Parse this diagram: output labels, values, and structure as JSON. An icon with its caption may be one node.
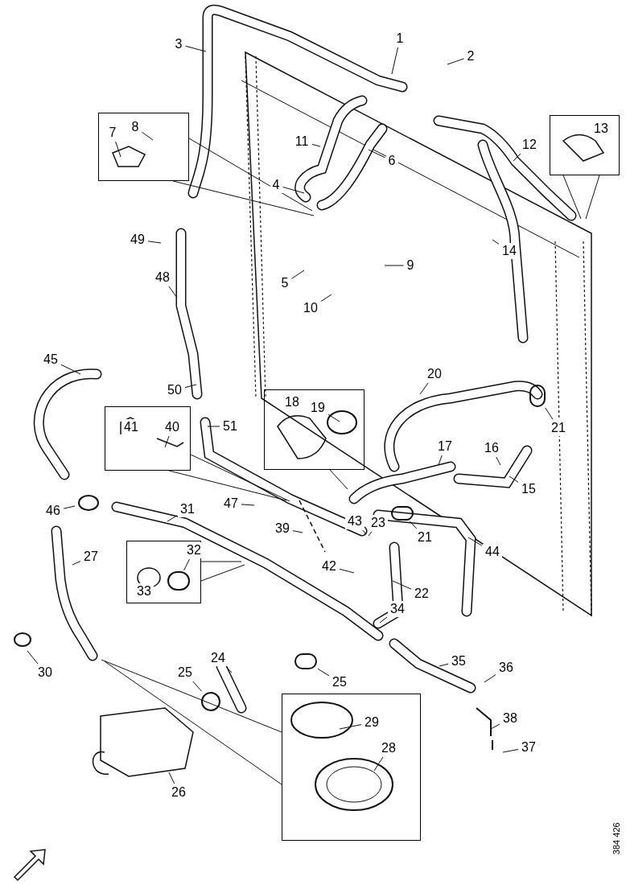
{
  "diagram": {
    "nodes": [
      {
        "text": [
          "3"
        ]
      },
      {
        "text": [
          "1"
        ]
      },
      {
        "text": [
          "2"
        ]
      },
      {
        "text": [],
        "shape": "box"
      },
      {
        "text": [
          "7"
        ],
        "in": 3
      },
      {
        "text": [
          "8"
        ],
        "in": 3
      },
      {
        "text": [
          "11"
        ]
      },
      {
        "text": [
          "6"
        ]
      },
      {
        "text": [
          "12"
        ]
      },
      {
        "text": [],
        "shape": "box"
      },
      {
        "text": [
          "13"
        ],
        "in": 9
      },
      {
        "text": [
          "4"
        ]
      },
      {
        "text": [
          "49"
        ]
      },
      {
        "text": [
          "14"
        ]
      },
      {
        "text": [
          "9"
        ]
      },
      {
        "text": [
          "5"
        ]
      },
      {
        "text": [
          "48"
        ]
      },
      {
        "text": [
          "10"
        ]
      },
      {
        "text": [
          "45"
        ]
      },
      {
        "text": [
          "20"
        ]
      },
      {
        "text": [
          "50"
        ]
      },
      {
        "text": [
          "21"
        ]
      },
      {
        "text": [],
        "shape": "box"
      },
      {
        "text": [
          "18"
        ],
        "in": 22
      },
      {
        "text": [
          "19"
        ],
        "in": 22
      },
      {
        "text": [],
        "shape": "box"
      },
      {
        "text": [
          "41"
        ],
        "in": 25
      },
      {
        "text": [
          "40"
        ],
        "in": 25
      },
      {
        "text": [
          "51"
        ]
      },
      {
        "text": [
          "17"
        ]
      },
      {
        "text": [
          "16"
        ]
      },
      {
        "text": [
          "15"
        ]
      },
      {
        "text": [
          "47"
        ]
      },
      {
        "text": [
          "31"
        ]
      },
      {
        "text": [
          "46"
        ]
      },
      {
        "text": [
          "39"
        ]
      },
      {
        "text": [
          "43"
        ]
      },
      {
        "text": [
          "23"
        ]
      },
      {
        "text": [
          "21"
        ]
      },
      {
        "text": [
          "27"
        ]
      },
      {
        "text": [
          "44"
        ]
      },
      {
        "text": [],
        "shape": "box"
      },
      {
        "text": [
          "32"
        ],
        "in": 41
      },
      {
        "text": [
          "33"
        ],
        "in": 41
      },
      {
        "text": [
          "42"
        ]
      },
      {
        "text": [
          "22"
        ]
      },
      {
        "text": [
          "34"
        ]
      },
      {
        "text": [
          "24"
        ]
      },
      {
        "text": [
          "30"
        ]
      },
      {
        "text": [
          "25"
        ]
      },
      {
        "text": [
          "25"
        ]
      },
      {
        "text": [
          "35"
        ]
      },
      {
        "text": [
          "36"
        ]
      },
      {
        "text": [
          "38"
        ]
      },
      {
        "text": [],
        "shape": "box"
      },
      {
        "text": [
          "29"
        ],
        "in": 54
      },
      {
        "text": [
          "28"
        ],
        "in": 54
      },
      {
        "text": [
          "37"
        ]
      },
      {
        "text": [
          "26"
        ]
      },
      {
        "text": [],
        "shape": "circle"
      },
      {
        "text": [],
        "shape": "circle"
      },
      {
        "text": [],
        "shape": "circle",
        "in": 41
      },
      {
        "text": [],
        "shape": "circle"
      },
      {
        "text": [],
        "shape": "circle"
      }
    ],
    "edges": [
      {
        "from": 0,
        "to": null,
        "arrow": "none"
      },
      {
        "from": 1,
        "to": null,
        "arrow": "none"
      },
      {
        "from": 2,
        "to": null,
        "arrow": "none"
      },
      {
        "from": 3,
        "to": null,
        "arrow": "none"
      },
      {
        "from": 3,
        "to": null,
        "arrow": "none"
      },
      {
        "from": 4,
        "to": null,
        "arrow": "none"
      },
      {
        "from": 5,
        "to": null,
        "arrow": "none"
      },
      {
        "from": 6,
        "to": null,
        "arrow": "none"
      },
      {
        "from": 7,
        "to": null,
        "arrow": "none"
      },
      {
        "from": 8,
        "to": null,
        "arrow": "none"
      },
      {
        "from": 9,
        "to": null,
        "arrow": "none"
      },
      {
        "from": 9,
        "to": null,
        "arrow": "none"
      },
      {
        "from": 11,
        "to": null,
        "arrow": "none"
      },
      {
        "from": 12,
        "to": null,
        "arrow": "none"
      },
      {
        "from": 13,
        "to": null,
        "arrow": "none"
      },
      {
        "from": 14,
        "to": null,
        "arrow": "none"
      },
      {
        "from": 15,
        "to": null,
        "arrow": "none"
      },
      {
        "from": 16,
        "to": null,
        "arrow": "none"
      },
      {
        "from": 17,
        "to": null,
        "arrow": "none"
      },
      {
        "from": 18,
        "to": null,
        "arrow": "none"
      },
      {
        "from": 19,
        "to": null,
        "arrow": "none"
      },
      {
        "from": 20,
        "to": null,
        "arrow": "none"
      },
      {
        "from": 21,
        "to": 59,
        "arrow": "none"
      },
      {
        "from": 22,
        "to": null,
        "arrow": "none"
      },
      {
        "from": 24,
        "to": null,
        "arrow": "none"
      },
      {
        "from": 25,
        "to": null,
        "arrow": "none"
      },
      {
        "from": 25,
        "to": null,
        "arrow": "none"
      },
      {
        "from": 27,
        "to": null,
        "arrow": "none"
      },
      {
        "from": 28,
        "to": null,
        "arrow": "none"
      },
      {
        "from": 29,
        "to": null,
        "arrow": "none"
      },
      {
        "from": 30,
        "to": null,
        "arrow": "none"
      },
      {
        "from": 31,
        "to": null,
        "arrow": "none"
      },
      {
        "from": 32,
        "to": null,
        "arrow": "none"
      },
      {
        "from": 33,
        "to": null,
        "arrow": "none"
      },
      {
        "from": 34,
        "to": null,
        "arrow": "none"
      },
      {
        "from": 35,
        "to": null,
        "arrow": "none"
      },
      {
        "from": 36,
        "to": null,
        "arrow": "none"
      },
      {
        "from": 37,
        "to": null,
        "arrow": "none"
      },
      {
        "from": 38,
        "to": 60,
        "arrow": "none"
      },
      {
        "from": 39,
        "to": null,
        "arrow": "none"
      },
      {
        "from": 40,
        "to": null,
        "arrow": "none"
      },
      {
        "from": 41,
        "to": null,
        "arrow": "none"
      },
      {
        "from": 41,
        "to": null,
        "arrow": "none"
      },
      {
        "from": 42,
        "to": 61,
        "arrow": "none"
      },
      {
        "from": 44,
        "to": null,
        "arrow": "none"
      },
      {
        "from": 45,
        "to": null,
        "arrow": "none"
      },
      {
        "from": 46,
        "to": null,
        "arrow": "none"
      },
      {
        "from": 47,
        "to": null,
        "arrow": "none"
      },
      {
        "from": 48,
        "to": null,
        "arrow": "none"
      },
      {
        "from": 49,
        "to": 62,
        "arrow": "none"
      },
      {
        "from": 50,
        "to": 63,
        "arrow": "none"
      },
      {
        "from": 51,
        "to": null,
        "arrow": "none"
      },
      {
        "from": 52,
        "to": null,
        "arrow": "none"
      },
      {
        "from": 53,
        "to": null,
        "arrow": "none"
      },
      {
        "from": 54,
        "to": null,
        "arrow": "none"
      },
      {
        "from": 54,
        "to": null,
        "arrow": "none"
      },
      {
        "from": 55,
        "to": null,
        "arrow": "none"
      },
      {
        "from": 56,
        "to": null,
        "arrow": "none"
      },
      {
        "from": 57,
        "to": null,
        "arrow": "none"
      },
      {
        "from": 58,
        "to": null,
        "arrow": "none"
      }
    ],
    "labels": [
      "384 426"
    ]
  }
}
